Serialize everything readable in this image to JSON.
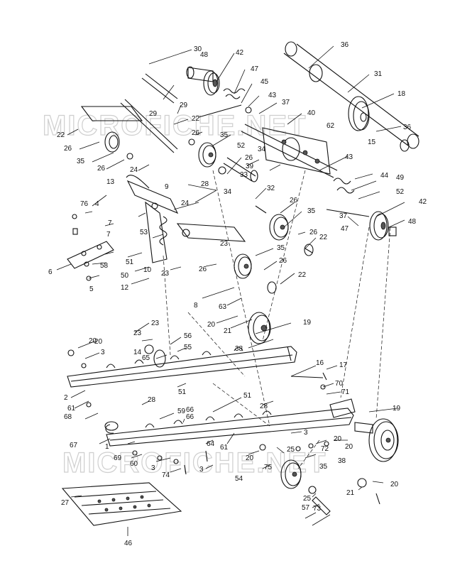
{
  "watermark": {
    "upper": "MICROFICHE.NET",
    "lower": "MICROFICHE.NET"
  },
  "callouts": [
    "30",
    "48",
    "42",
    "36",
    "47",
    "45",
    "31",
    "18",
    "43",
    "37",
    "29",
    "29",
    "22",
    "40",
    "22",
    "26",
    "62",
    "36",
    "26",
    "52",
    "35",
    "26",
    "35",
    "26",
    "34",
    "43",
    "15",
    "24",
    "39",
    "33",
    "44",
    "49",
    "13",
    "28",
    "34",
    "52",
    "32",
    "76",
    "4",
    "9",
    "24",
    "26",
    "42",
    "7",
    "35",
    "37",
    "53",
    "47",
    "48",
    "7",
    "22",
    "26",
    "23",
    "6",
    "51",
    "10",
    "58",
    "5",
    "35",
    "23",
    "50",
    "26",
    "12",
    "22",
    "26",
    "8",
    "63",
    "21",
    "23",
    "20",
    "19",
    "20",
    "56",
    "14",
    "65",
    "55",
    "3",
    "38",
    "2",
    "61",
    "16",
    "17",
    "51",
    "70",
    "23",
    "20",
    "71",
    "51",
    "66",
    "28",
    "68",
    "28",
    "19",
    "59",
    "66",
    "67",
    "1",
    "64",
    "61",
    "3",
    "60",
    "25",
    "72",
    "20",
    "69",
    "20",
    "3",
    "38",
    "54",
    "75",
    "35",
    "20",
    "3",
    "21",
    "20",
    "74",
    "27",
    "25",
    "57",
    "73",
    "46"
  ]
}
